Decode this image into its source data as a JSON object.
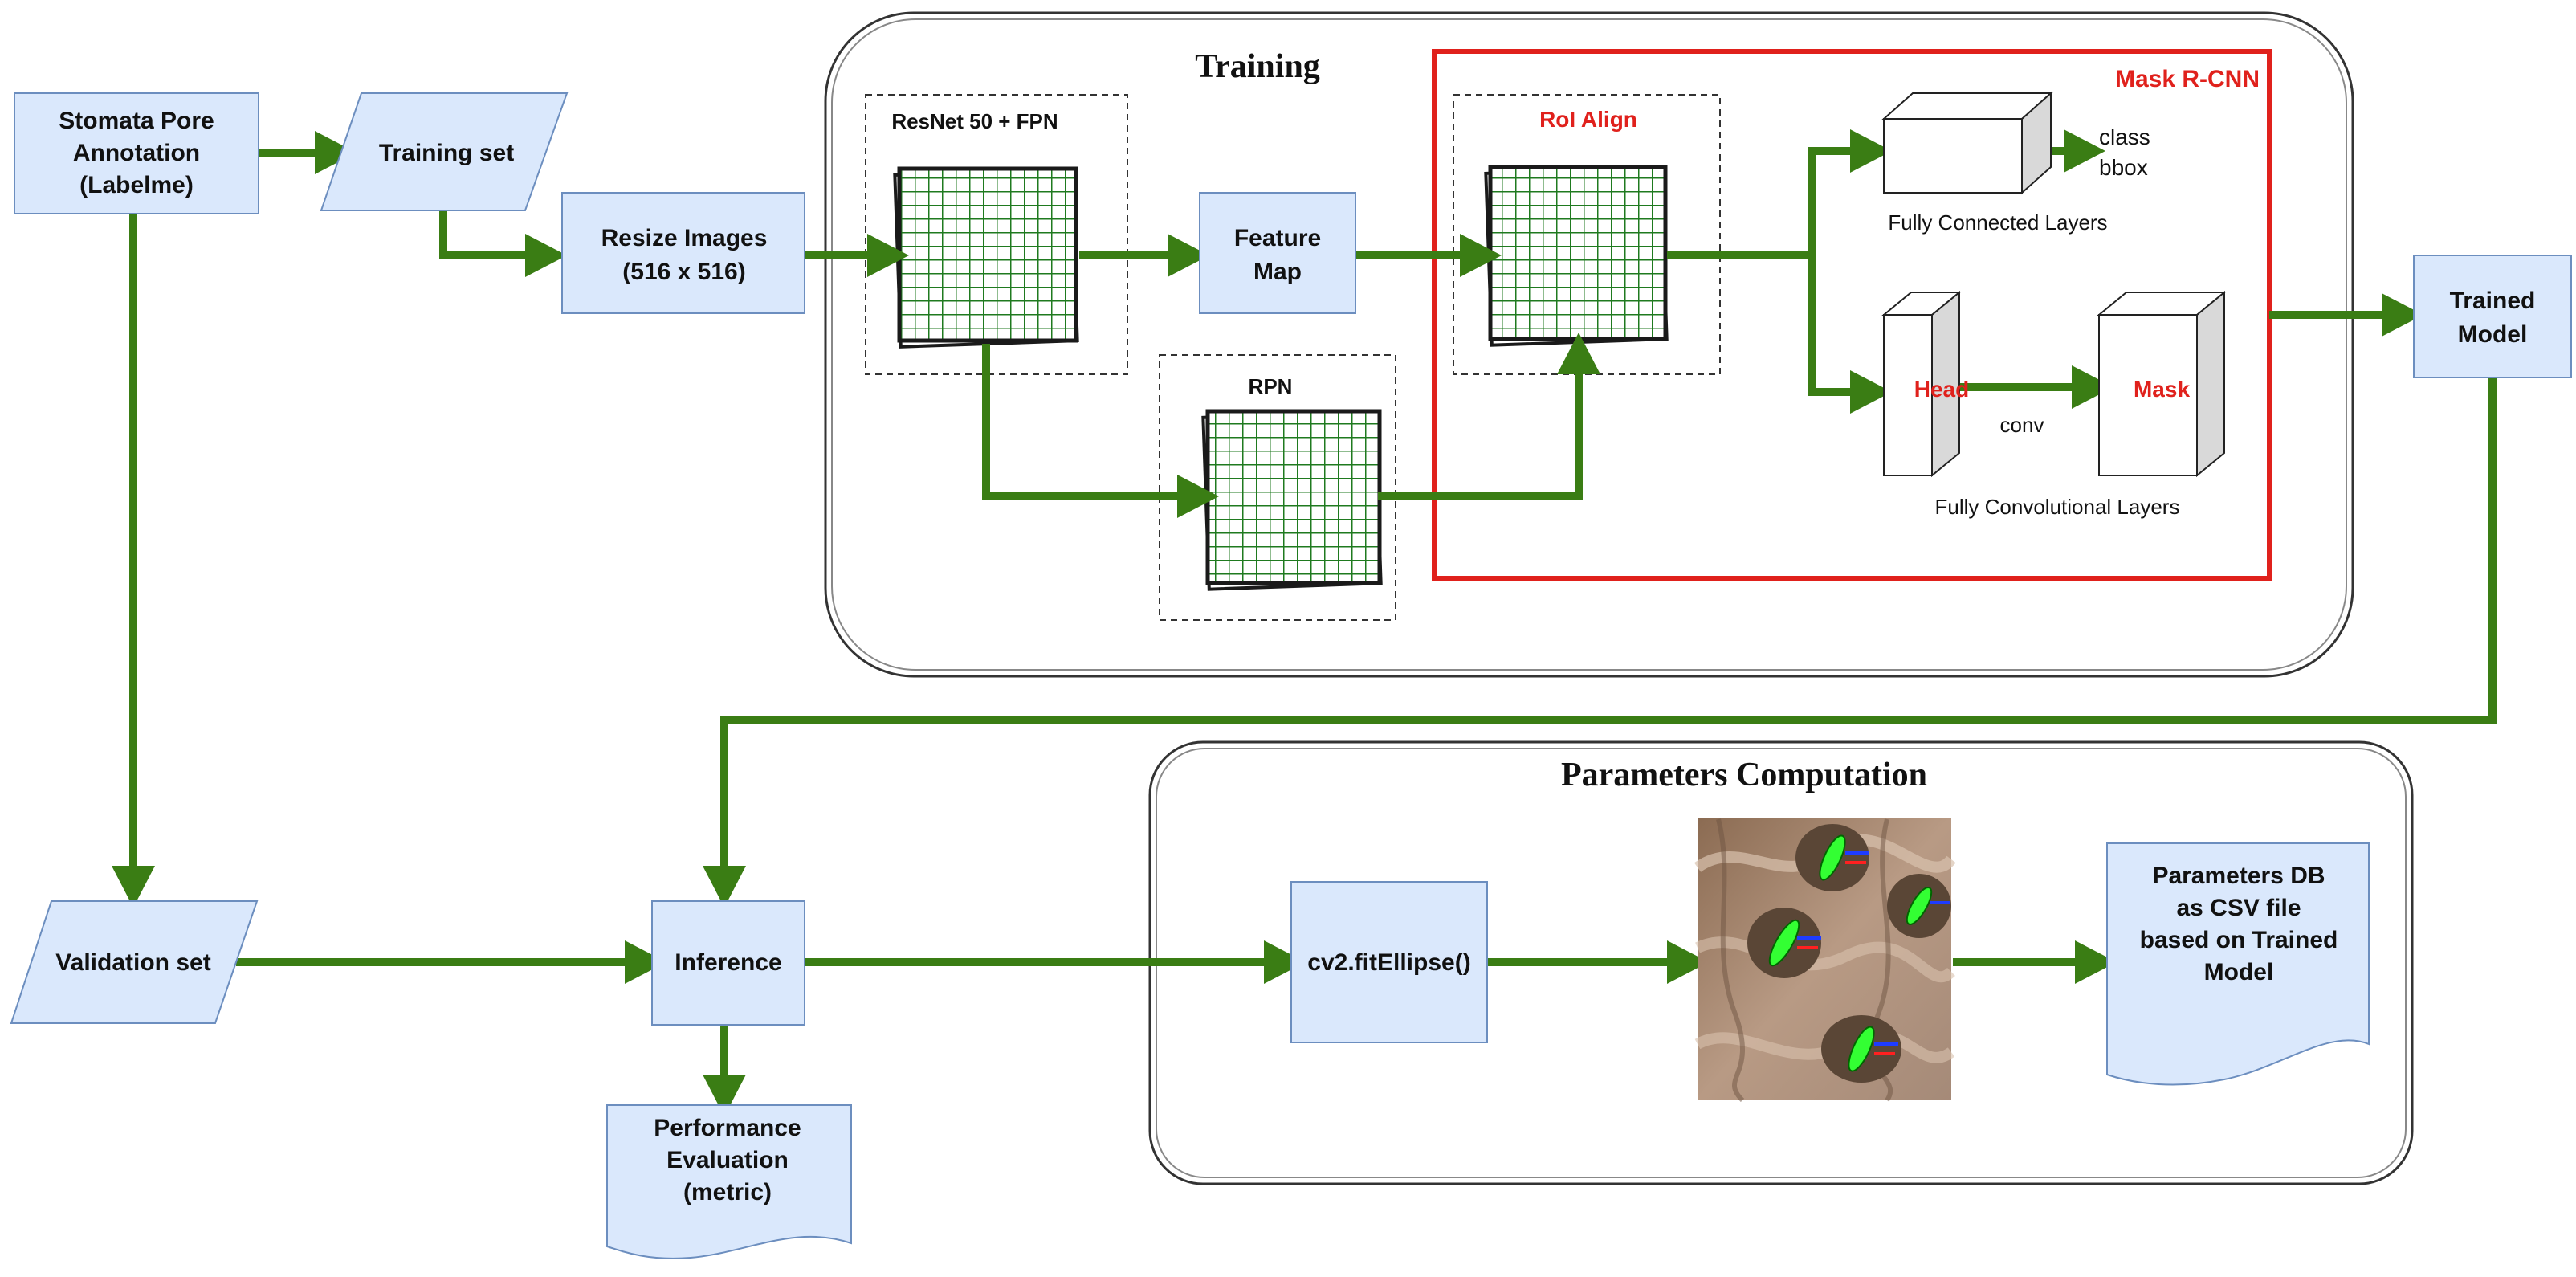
{
  "nodes": {
    "annotation": [
      "Stomata Pore",
      "Annotation",
      "(Labelme)"
    ],
    "training_set": "Training set",
    "resize": [
      "Resize Images",
      "(516 x 516)"
    ],
    "backbone": "ResNet 50 + FPN",
    "feature_map": [
      "Feature",
      "Map"
    ],
    "rpn": "RPN",
    "roi_align": "RoI Align",
    "mask_rcnn": "Mask R-CNN",
    "class_bbox": [
      "class",
      "bbox"
    ],
    "fc_layers": "Fully Connected Layers",
    "head": "Head",
    "conv": "conv",
    "mask": "Mask",
    "fcn_layers": "Fully Convolutional Layers",
    "trained_model": [
      "Trained",
      "Model"
    ],
    "validation_set": "Validation set",
    "inference": "Inference",
    "performance": [
      "Performance",
      "Evaluation",
      "(metric)"
    ],
    "fit_ellipse": "cv2.fitEllipse()",
    "params_db": [
      "Parameters DB",
      "as CSV file",
      "based on Trained",
      "Model"
    ]
  },
  "groups": {
    "training": "Training",
    "parameters": "Parameters Computation"
  },
  "colors": {
    "arrow": "#3a7d14",
    "box_fill": "#dae8fc",
    "box_stroke": "#6c8ebf",
    "accent_red": "#e0211c",
    "grid_green": "#1f7a1f"
  },
  "icons": {
    "feature_grid": "grid-icon",
    "stomata_photo": "stomata-result-image"
  }
}
